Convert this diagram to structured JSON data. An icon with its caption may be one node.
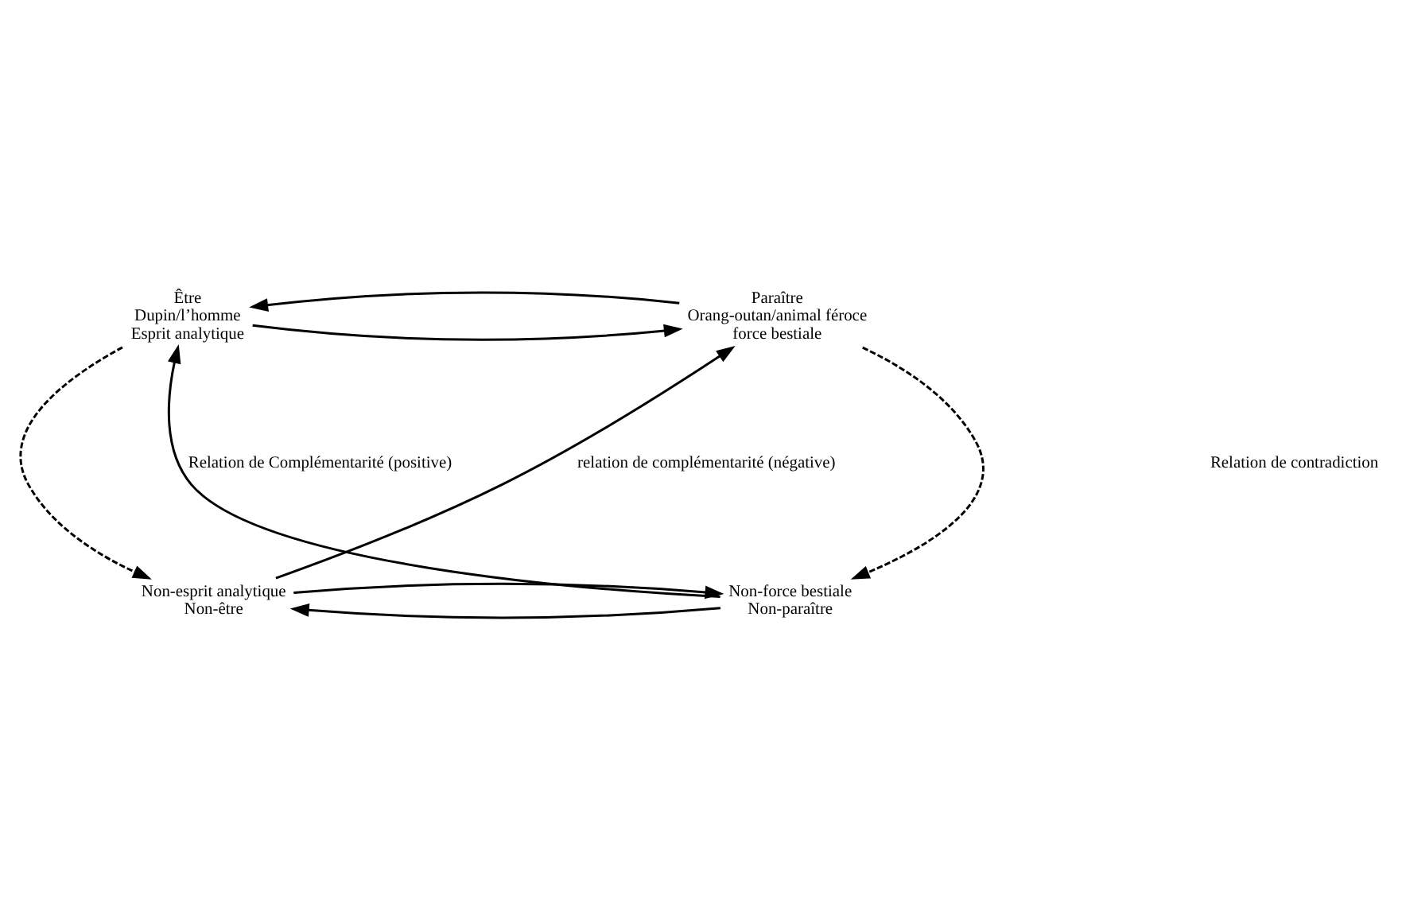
{
  "diagram": {
    "nodes": [
      {
        "text": [
          "Être",
          "Dupin/l’homme",
          "Esprit analytique"
        ]
      },
      {
        "text": [
          "Paraître",
          "Orang-outan/animal féroce",
          "force bestiale"
        ]
      },
      {
        "text": [
          "Non-force bestiale",
          "Non-paraître"
        ]
      },
      {
        "text": [
          "Non-esprit analytique",
          "Non-être"
        ]
      }
    ],
    "edges": [
      {
        "from": 0,
        "to": 1,
        "arrow": "to"
      },
      {
        "from": 1,
        "to": 0,
        "arrow": "to"
      },
      {
        "from": 2,
        "to": 0,
        "arrow": "to",
        "label": "Relation de Complémentarité (positive)"
      },
      {
        "from": 3,
        "to": 1,
        "arrow": "to",
        "label": "relation de complémentarité (négative)"
      },
      {
        "from": 0,
        "to": 3,
        "arrow": "to",
        "style": "dashed"
      },
      {
        "from": 1,
        "to": 2,
        "arrow": "to",
        "style": "dashed"
      },
      {
        "from": 2,
        "to": 3,
        "arrow": "to"
      },
      {
        "from": 3,
        "to": 2,
        "arrow": "to"
      }
    ],
    "labels": [
      "Relation de contradiction"
    ]
  }
}
